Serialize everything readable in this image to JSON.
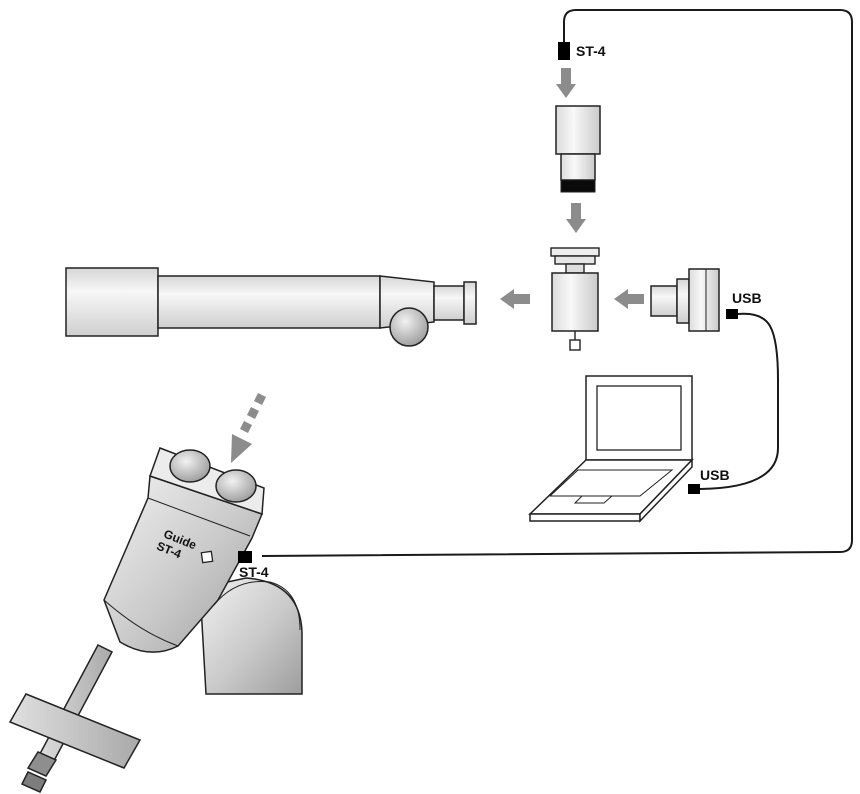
{
  "labels": {
    "st4_camera": "ST-4",
    "usb_camera": "USB",
    "usb_laptop": "USB",
    "st4_mount": "ST-4",
    "mount_port_line1": "Guide",
    "mount_port_line2": "ST-4"
  },
  "colors": {
    "arrow": "#8c8c8c",
    "cable": "#1a1a1a",
    "connector": "#000000",
    "outline": "#222222",
    "body_light": "#f4f4f4",
    "body_shade": "#c8c8c8"
  }
}
